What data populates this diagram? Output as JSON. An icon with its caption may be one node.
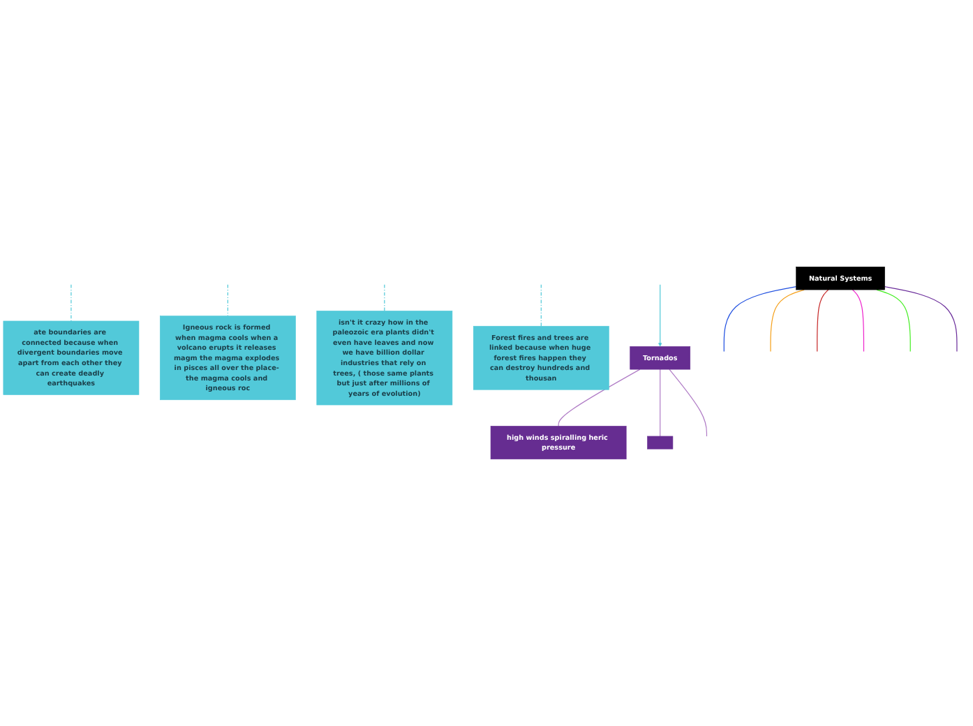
{
  "diagram": {
    "nodes": [
      {
        "text": [
          "Natural Systems"
        ]
      },
      {
        "text": [
          "ate boundaries are connected because when divergent boundaries move apart from each other they can create deadly earthquakes"
        ]
      },
      {
        "text": [
          "Igneous rock is formed when magma cools when a volcano erupts it releases magm the magma explodes in pisces all over the place- the magma cools and igneous roc"
        ]
      },
      {
        "text": [
          "isn't it crazy how in the paleozoic era plants didn't even have leaves and now we have billion dollar industries that rely on trees, ( those same plants but just after millions of years of evolution)"
        ]
      },
      {
        "text": [
          "Forest fires and trees are linked because when huge forest fires happen they can destroy hundreds and thousan"
        ]
      },
      {
        "text": [
          "Tornados"
        ]
      },
      {
        "text": [
          "high winds spiralling heric pressure"
        ]
      },
      {
        "text": [],
        "shape": "box"
      }
    ],
    "edges": [
      {
        "from": 0,
        "to": null,
        "arrow": "none",
        "color": "#1f4fe0"
      },
      {
        "from": 0,
        "to": null,
        "arrow": "none",
        "color": "#f5a01a"
      },
      {
        "from": 0,
        "to": null,
        "arrow": "none",
        "color": "#c62828"
      },
      {
        "from": 0,
        "to": null,
        "arrow": "none",
        "color": "#ee22cc"
      },
      {
        "from": 0,
        "to": null,
        "arrow": "none",
        "color": "#44ee22"
      },
      {
        "from": 0,
        "to": null,
        "arrow": "none",
        "color": "#6a2c9a"
      },
      {
        "from": null,
        "to": 1,
        "arrow": "none",
        "style": "dashed",
        "color": "#4fc8d8"
      },
      {
        "from": null,
        "to": 2,
        "arrow": "none",
        "style": "dashed",
        "color": "#4fc8d8"
      },
      {
        "from": null,
        "to": 3,
        "arrow": "none",
        "style": "dashed",
        "color": "#4fc8d8"
      },
      {
        "from": null,
        "to": 4,
        "arrow": "none",
        "style": "dashed",
        "color": "#4fc8d8"
      },
      {
        "from": 5,
        "to": 6,
        "arrow": "none",
        "color": "#b07cc6"
      },
      {
        "from": 5,
        "to": 7,
        "arrow": "none",
        "color": "#b07cc6"
      },
      {
        "from": null,
        "to": 5,
        "arrow": "to",
        "color": "#4fc8d8"
      },
      {
        "from": 5,
        "to": null,
        "arrow": "none",
        "color": "#b07cc6"
      }
    ]
  }
}
